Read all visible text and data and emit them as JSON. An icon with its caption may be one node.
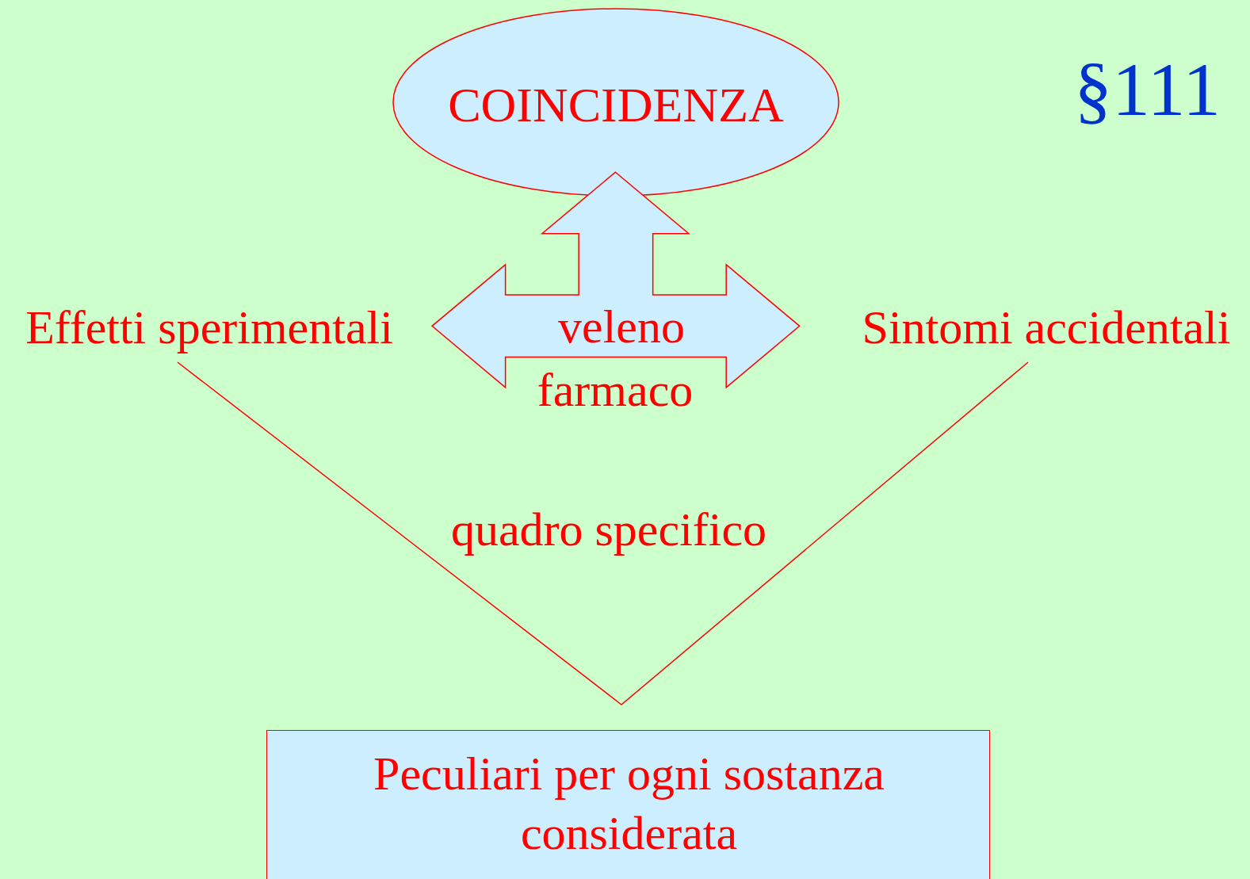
{
  "diagram": {
    "nodes": [
      {
        "text": [
          "COINCIDENZA"
        ]
      },
      {
        "text": [
          "Effetti sperimentali"
        ]
      },
      {
        "text": [
          "Sintomi accidentali"
        ]
      },
      {
        "text": [
          "veleno",
          "farmaco"
        ]
      },
      {
        "text": [
          "Peculiari per ogni sostanza considerata"
        ]
      }
    ],
    "edges": [
      {
        "from": 1,
        "to": 2,
        "arrow": "none"
      }
    ],
    "labels": [
      "§111",
      "quadro specifico"
    ]
  }
}
